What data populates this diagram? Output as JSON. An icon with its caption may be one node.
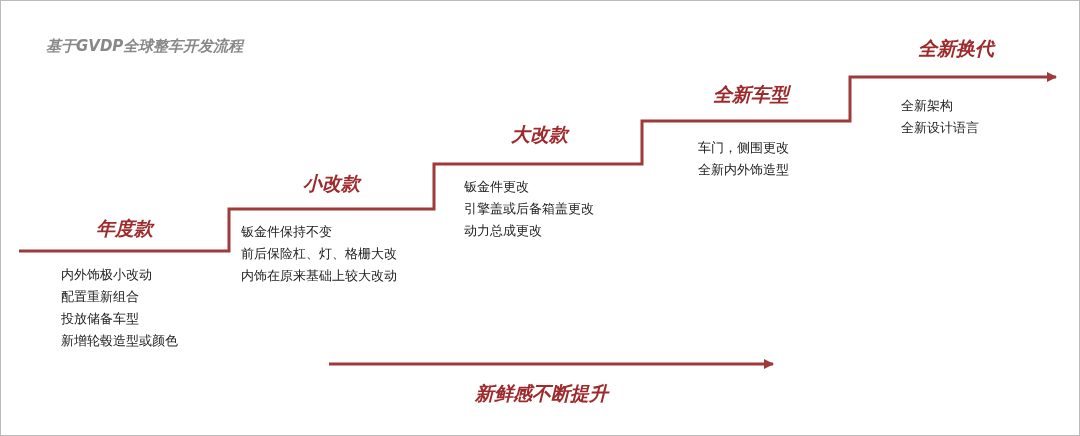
{
  "diagram": {
    "title": "基于GVDP全球整车开发流程",
    "labels": [
      "年度款",
      "内外饰极小改动",
      "配置重新组合",
      "投放储备车型",
      "新增轮毂造型或颜色",
      "小改款",
      "钣金件保持不变",
      "前后保险杠、灯、格栅大改",
      "内饰在原来基础上较大改动",
      "大改款",
      "钣金件更改",
      "引擎盖或后备箱盖更改",
      "动力总成更改",
      "全新车型",
      "车门，侧围更改",
      "全新内外饰造型",
      "全新换代",
      "全新架构",
      "全新设计语言",
      "新鲜感不断提升"
    ]
  }
}
